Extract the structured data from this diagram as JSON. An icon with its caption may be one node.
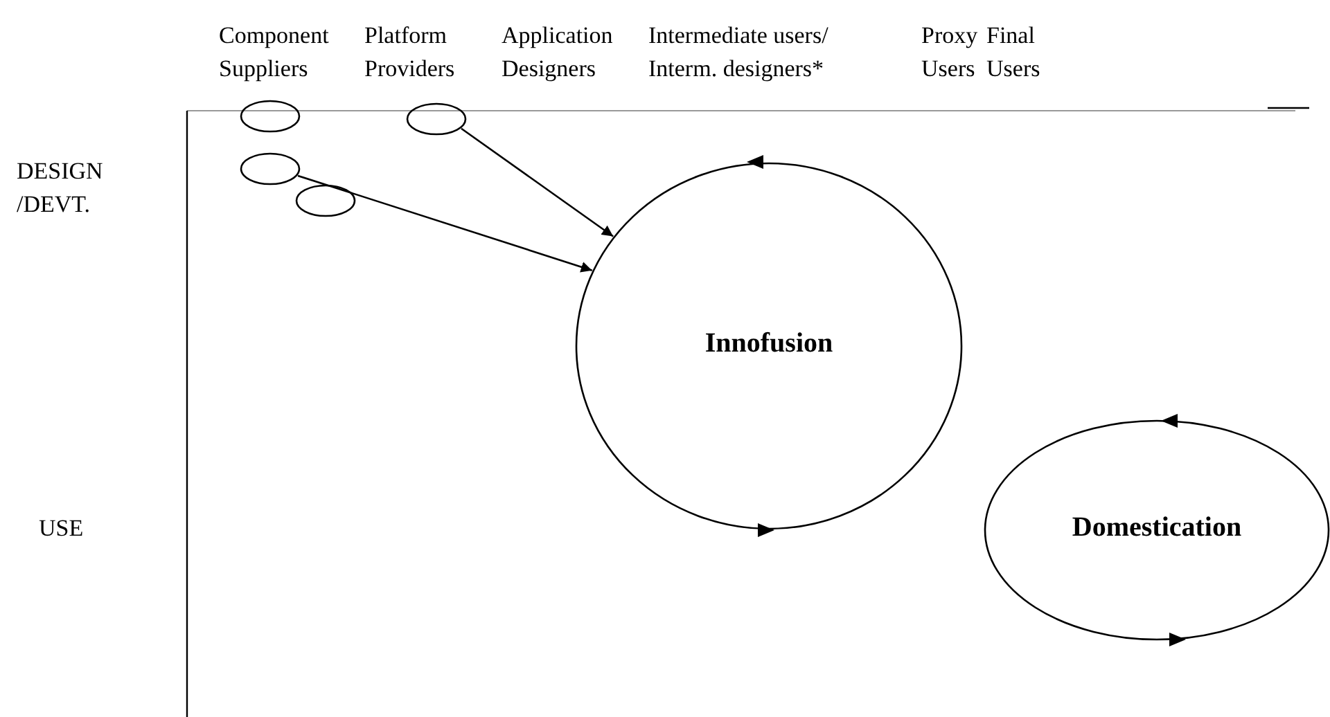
{
  "diagram": {
    "nodes": [
      {
        "text": [],
        "shape": "ellipse"
      },
      {
        "text": [],
        "shape": "ellipse"
      },
      {
        "text": [],
        "shape": "ellipse"
      },
      {
        "text": [],
        "shape": "ellipse"
      },
      {
        "text": [
          "Innofusion"
        ]
      },
      {
        "text": [
          "Domestication"
        ]
      }
    ],
    "edges": [
      {
        "from": 1,
        "to": 4,
        "arrow": "to"
      },
      {
        "from": 2,
        "to": 4,
        "arrow": "to"
      }
    ],
    "labels": [
      "Component Suppliers",
      "Platform Providers",
      "Application Designers",
      "Intermediate users/ Interm. designers*",
      "Proxy Users",
      "Final Users",
      "DESIGN /DEVT.",
      "USE"
    ]
  }
}
